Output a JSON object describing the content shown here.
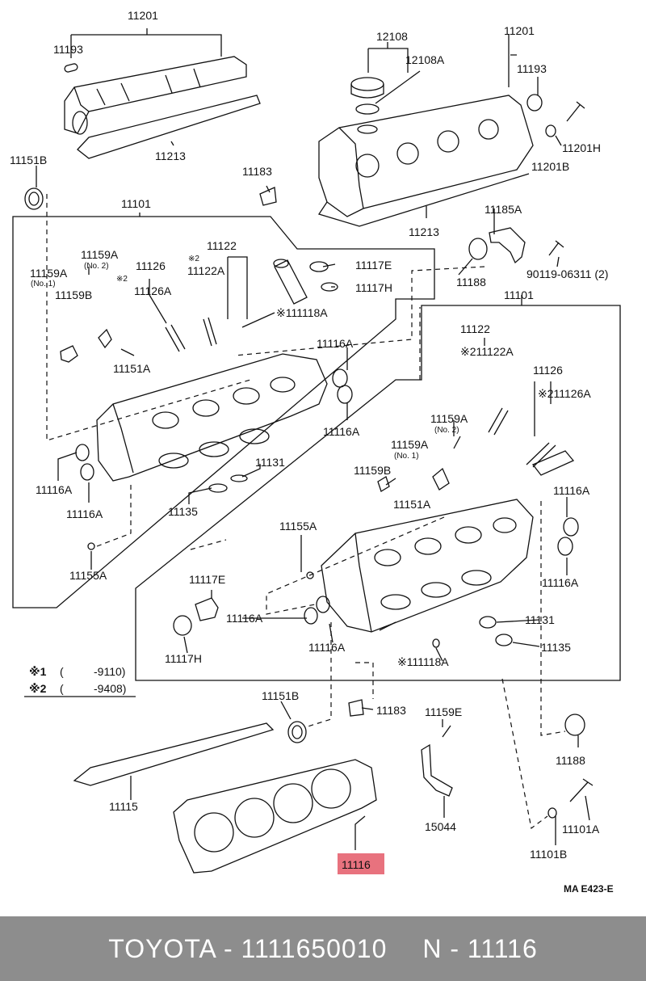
{
  "diagram": {
    "highlight_color": "#e8727e",
    "parts": {
      "p11201_l": "11201",
      "p11193_l": "11193",
      "p11213_l": "11213",
      "p11151B_l": "11151B",
      "p12108": "12108",
      "p12108A": "12108A",
      "p11201_r": "11201",
      "p11193_r": "11193",
      "p11201H": "11201H",
      "p11201B": "11201B",
      "p11213_r": "11213",
      "p11183_top": "11183",
      "p11101_l": "11101",
      "p11185A": "11185A",
      "p11188_top": "11188",
      "p90119": "90119-06311 (2)",
      "p11159A_l": "11159A",
      "p11159A_l_no": "(No. 1)",
      "p11159A_l2": "11159A",
      "p11159A_l2_no": "(No. 2)",
      "p11159B_l": "11159B",
      "p11126_l": "11126",
      "p11126A_l": "11126A",
      "p11126A_l_mark": "※2",
      "p11122_l": "11122",
      "p11122A_l": "11122A",
      "p11122A_l_mark": "※2",
      "p11117E_top": "11117E",
      "p11117H_top": "11117H",
      "p11118A_l": "※111118A",
      "p11151A_l": "11151A",
      "p11116A_a": "11116A",
      "p11116A_b": "11116A",
      "p11101_r": "11101",
      "p11122_r": "11122",
      "p11122A_r": "※211122A",
      "p11126_r": "11126",
      "p11126A_r": "※211126A",
      "p11159A_r2": "11159A",
      "p11159A_r2_no": "(No. 2)",
      "p11159A_r1": "11159A",
      "p11159A_r1_no": "(No. 1)",
      "p11159B_r": "11159B",
      "p11151A_r": "11151A",
      "p11131_l": "11131",
      "p11135_l": "11135",
      "p11116A_c": "11116A",
      "p11116A_d": "11116A",
      "p11155A_l": "11155A",
      "p11155A_r": "11155A",
      "p11116A_e": "11116A",
      "p11116A_f": "11116A",
      "p11117E_bot": "11117E",
      "p11117H_bot": "11117H",
      "p11116A_g": "11116A",
      "p11116A_h": "11116A",
      "p11131_r": "11131",
      "p11135_r": "11135",
      "p11118A_r": "※111118A",
      "p11151B_r": "11151B",
      "p11183_bot": "11183",
      "p11159E": "11159E",
      "p11188_bot": "11188",
      "p11115": "11115",
      "p15044": "15044",
      "p11101A": "11101A",
      "p11101B": "11101B",
      "p11116": "11116"
    },
    "notes": {
      "n1_mark": "※1",
      "n1_open": "(",
      "n1_range": "-9110)",
      "n2_mark": "※2",
      "n2_open": "(",
      "n2_range": "-9408)"
    },
    "code": "MA E423-E"
  },
  "footer": {
    "brand": "TOYOTA - 1111650010",
    "part": "N - 11116"
  }
}
